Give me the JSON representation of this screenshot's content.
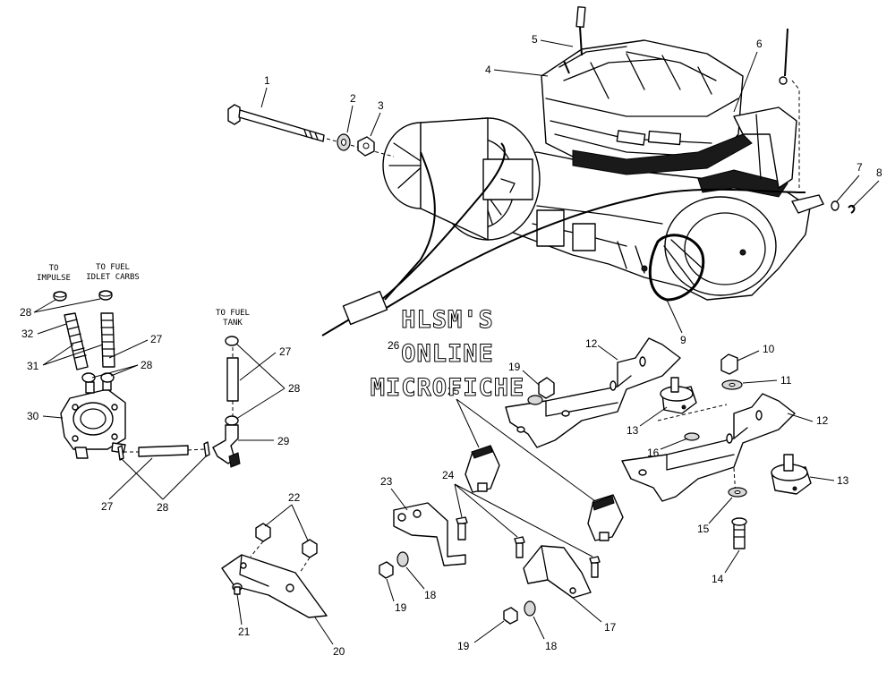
{
  "watermark": {
    "line1": "HLSM'S",
    "line2": "ONLINE",
    "line3": "MICROFICHE"
  },
  "captions": {
    "to_impulse_1": "TO",
    "to_impulse_2": "IMPULSE",
    "to_fuel_idlet_1": "TO FUEL",
    "to_fuel_idlet_2": "IDLET CARBS",
    "to_fuel_tank_1": "TO FUEL",
    "to_fuel_tank_2": "TANK"
  },
  "callouts": {
    "c1": "1",
    "c2": "2",
    "c3": "3",
    "c4": "4",
    "c5": "5",
    "c6": "6",
    "c7": "7",
    "c8": "8",
    "c9": "9",
    "c10": "10",
    "c11": "11",
    "c12a": "12",
    "c12b": "12",
    "c13a": "13",
    "c13b": "13",
    "c14": "14",
    "c15": "15",
    "c16": "16",
    "c17": "17",
    "c18a": "18",
    "c18b": "18",
    "c19a": "19",
    "c19b": "19",
    "c19c": "19",
    "c20": "20",
    "c21": "21",
    "c22": "22",
    "c23": "23",
    "c24": "24",
    "c25": "25",
    "c26": "26",
    "c27a": "27",
    "c27b": "27",
    "c27c": "27",
    "c28a": "28",
    "c28b": "28",
    "c28c": "28",
    "c28d": "28",
    "c29": "29",
    "c30": "30",
    "c31": "31",
    "c32": "32"
  }
}
